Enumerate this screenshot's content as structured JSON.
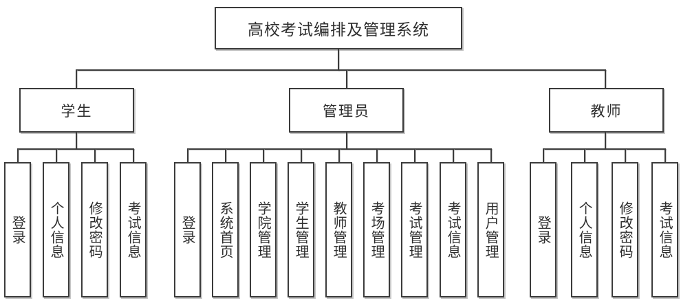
{
  "diagram": {
    "title": "高校考试编排及管理系统",
    "type": "organization-tree",
    "levels": 3,
    "root": {
      "label": "高校考试编排及管理系统"
    },
    "branches": [
      {
        "label": "学生",
        "leaves": [
          {
            "label": "登录"
          },
          {
            "label": "个人信息"
          },
          {
            "label": "修改密码"
          },
          {
            "label": "考试信息"
          }
        ]
      },
      {
        "label": "管理员",
        "leaves": [
          {
            "label": "登录"
          },
          {
            "label": "系统首页"
          },
          {
            "label": "学院管理"
          },
          {
            "label": "学生管理"
          },
          {
            "label": "教师管理"
          },
          {
            "label": "考场管理"
          },
          {
            "label": "考试管理"
          },
          {
            "label": "考试信息"
          },
          {
            "label": "用户管理"
          }
        ]
      },
      {
        "label": "教师",
        "leaves": [
          {
            "label": "登录"
          },
          {
            "label": "个人信息"
          },
          {
            "label": "修改密码"
          },
          {
            "label": "考试信息"
          }
        ]
      }
    ],
    "colors": {
      "stroke": "#3b3b3b",
      "text": "#2e2e2e",
      "background": "#ffffff",
      "shadow": "#969696"
    }
  }
}
